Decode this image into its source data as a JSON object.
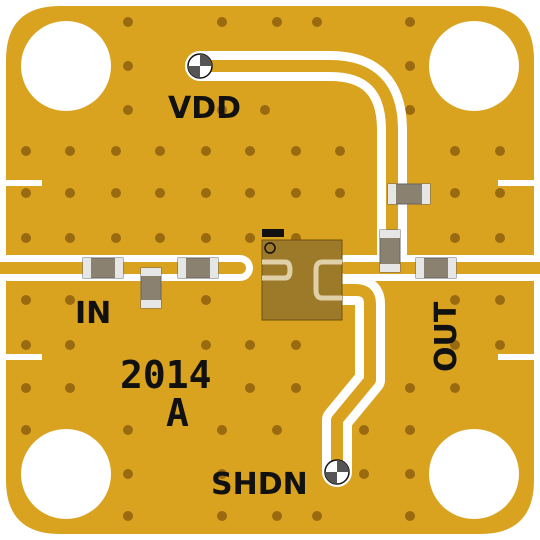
{
  "board": {
    "labels": {
      "vdd": "VDD",
      "in": "IN",
      "out": "OUT",
      "shdn": "SHDN",
      "part_number": "2014",
      "revision": "A"
    },
    "colors": {
      "substrate": "#ffffff",
      "copper": "#d9a31f",
      "via": "#9a6a10",
      "component_body": "#8a8170",
      "component_pad": "#e6e6e6",
      "ic_body": "#9c7a2a",
      "silkscreen": "#111111"
    }
  }
}
